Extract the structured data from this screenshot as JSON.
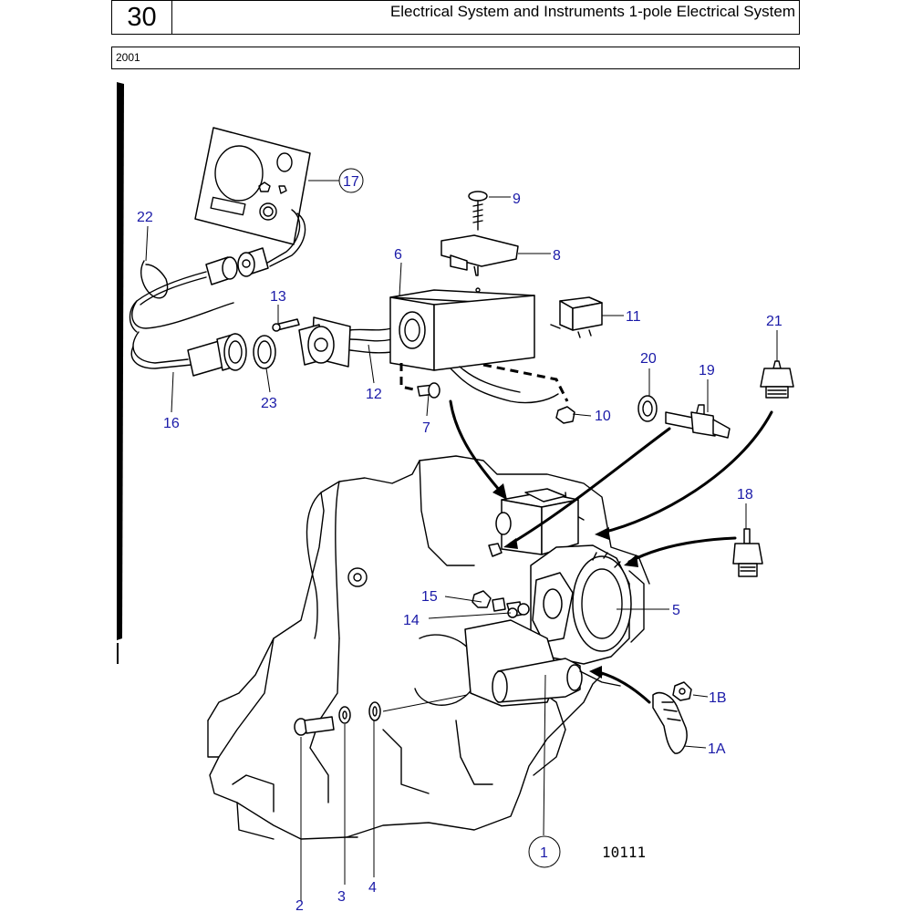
{
  "header": {
    "section_number": "30",
    "title": "Electrical System and Instruments 1-pole Electrical System",
    "year": "2001"
  },
  "diagram": {
    "reference_number": "10111",
    "callouts": [
      "9",
      "8",
      "6",
      "11",
      "17",
      "22",
      "13",
      "21",
      "20",
      "19",
      "12",
      "23",
      "16",
      "7",
      "10",
      "18",
      "15",
      "14",
      "5",
      "1B",
      "1A",
      "1",
      "2",
      "3",
      "4"
    ],
    "colors": {
      "callout_text": "#1a1aa8",
      "line_art": "#000000"
    }
  }
}
